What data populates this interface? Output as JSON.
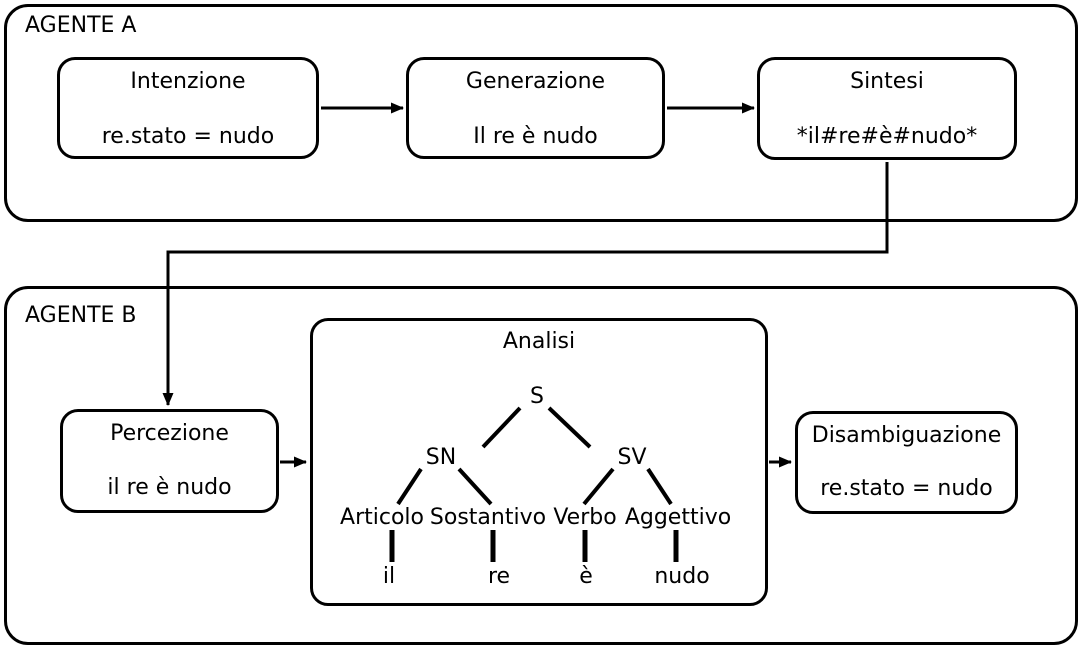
{
  "agent_a": {
    "label": "AGENTE A",
    "boxes": [
      {
        "title": "Intenzione",
        "value": "re.stato = nudo"
      },
      {
        "title": "Generazione",
        "value": "Il re è nudo"
      },
      {
        "title": "Sintesi",
        "value": "*il#re#è#nudo*"
      }
    ]
  },
  "agent_b": {
    "label": "AGENTE B",
    "perception": {
      "title": "Percezione",
      "value": "il re è nudo"
    },
    "analysis": {
      "title": "Analisi",
      "tree": {
        "root": "S",
        "phrases": [
          "SN",
          "SV"
        ],
        "categories": [
          "Articolo",
          "Sostantivo",
          "Verbo",
          "Aggettivo"
        ],
        "words": [
          "il",
          "re",
          "è",
          "nudo"
        ]
      }
    },
    "disambiguation": {
      "title": "Disambiguazione",
      "value": "re.stato = nudo"
    }
  },
  "colors": {
    "line": "#000000",
    "background": "#ffffff",
    "box_fill": "#ffffff"
  }
}
